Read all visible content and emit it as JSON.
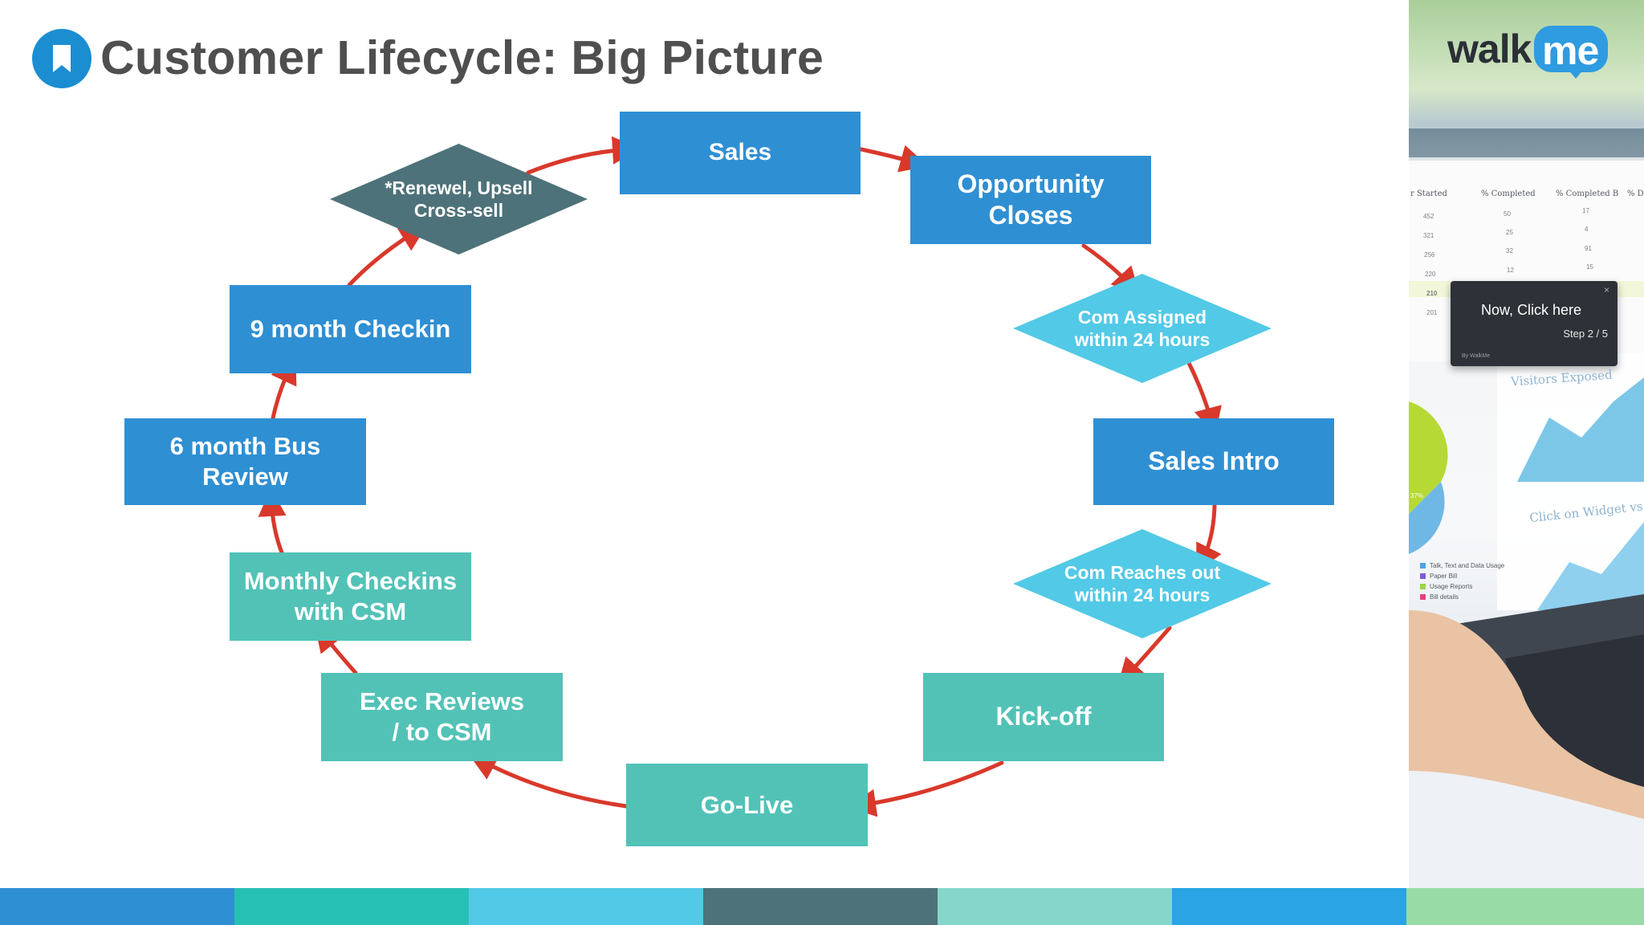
{
  "header": {
    "title": "Customer Lifecycle: Big Picture",
    "icon": "bookmark-icon",
    "icon_color": "#1a8ed1"
  },
  "brand": {
    "word_walk": "walk",
    "word_me": "me",
    "color": "#2f9be0"
  },
  "diagram": {
    "colors": {
      "blue": "#2f8fd3",
      "teal": "#52c2b7",
      "cyan": "#52c9e6",
      "dark": "#4e7279",
      "arrow": "#d8392b"
    },
    "nodes": [
      {
        "id": "sales",
        "label": "Sales",
        "shape": "rect",
        "color": "blue"
      },
      {
        "id": "opportunity-closes",
        "label": "Opportunity\nCloses",
        "shape": "rect",
        "color": "blue"
      },
      {
        "id": "com-assigned",
        "label": "Com Assigned\nwithin 24 hours",
        "shape": "diamond",
        "color": "cyan"
      },
      {
        "id": "sales-intro",
        "label": "Sales Intro",
        "shape": "rect",
        "color": "blue"
      },
      {
        "id": "com-reaches-out",
        "label": "Com Reaches out\nwithin 24 hours",
        "shape": "diamond",
        "color": "cyan"
      },
      {
        "id": "kick-off",
        "label": "Kick-off",
        "shape": "rect",
        "color": "teal"
      },
      {
        "id": "go-live",
        "label": "Go-Live",
        "shape": "rect",
        "color": "teal"
      },
      {
        "id": "exec-reviews",
        "label": "Exec Reviews\n/ to CSM",
        "shape": "rect",
        "color": "teal"
      },
      {
        "id": "monthly-checkins",
        "label": "Monthly Checkins\nwith CSM",
        "shape": "rect",
        "color": "teal"
      },
      {
        "id": "six-month-review",
        "label": "6 month Bus\nReview",
        "shape": "rect",
        "color": "blue"
      },
      {
        "id": "nine-month-checkin",
        "label": "9 month Checkin",
        "shape": "rect",
        "color": "blue"
      },
      {
        "id": "renewal",
        "label": "*Renewel, Upsell\nCross-sell",
        "shape": "diamond",
        "color": "dark"
      }
    ],
    "edges": [
      {
        "from": "sales",
        "to": "opportunity-closes"
      },
      {
        "from": "opportunity-closes",
        "to": "com-assigned"
      },
      {
        "from": "com-assigned",
        "to": "sales-intro"
      },
      {
        "from": "sales-intro",
        "to": "com-reaches-out"
      },
      {
        "from": "com-reaches-out",
        "to": "kick-off"
      },
      {
        "from": "kick-off",
        "to": "go-live"
      },
      {
        "from": "go-live",
        "to": "exec-reviews"
      },
      {
        "from": "exec-reviews",
        "to": "monthly-checkins"
      },
      {
        "from": "monthly-checkins",
        "to": "six-month-review"
      },
      {
        "from": "six-month-review",
        "to": "nine-month-checkin"
      },
      {
        "from": "nine-month-checkin",
        "to": "renewal"
      },
      {
        "from": "renewal",
        "to": "sales"
      }
    ]
  },
  "side_photo": {
    "table_headers": [
      "r Started",
      "% Completed",
      "% Completed B",
      "% D"
    ],
    "table_rows": [
      [
        "452",
        "50",
        "17"
      ],
      [
        "321",
        "25",
        "4"
      ],
      [
        "256",
        "32",
        "91"
      ],
      [
        "220",
        "12",
        "15"
      ],
      [
        "210",
        "",
        ""
      ],
      [
        "201",
        "",
        ""
      ]
    ],
    "tooltip": {
      "text": "Now, Click here",
      "step": "Step 2 / 5",
      "close": "×",
      "by": "By WalkMe"
    },
    "captions": [
      "Visitors Exposed",
      "Click on Widget vs S"
    ],
    "pie_label": "37%",
    "legend": [
      {
        "label": "Talk, Text and Data Usage",
        "color": "#4aa3df"
      },
      {
        "label": "Paper Bill",
        "color": "#7b5cd6"
      },
      {
        "label": "Usage Reports",
        "color": "#9ad34a"
      },
      {
        "label": "Bill details",
        "color": "#e0457b"
      }
    ]
  },
  "bottom_bar": {
    "colors": [
      "#2f8fd3",
      "#27c0b4",
      "#52c9e6",
      "#4e7279",
      "#86d6cb",
      "#2aa4e2",
      "#98dba6"
    ]
  }
}
